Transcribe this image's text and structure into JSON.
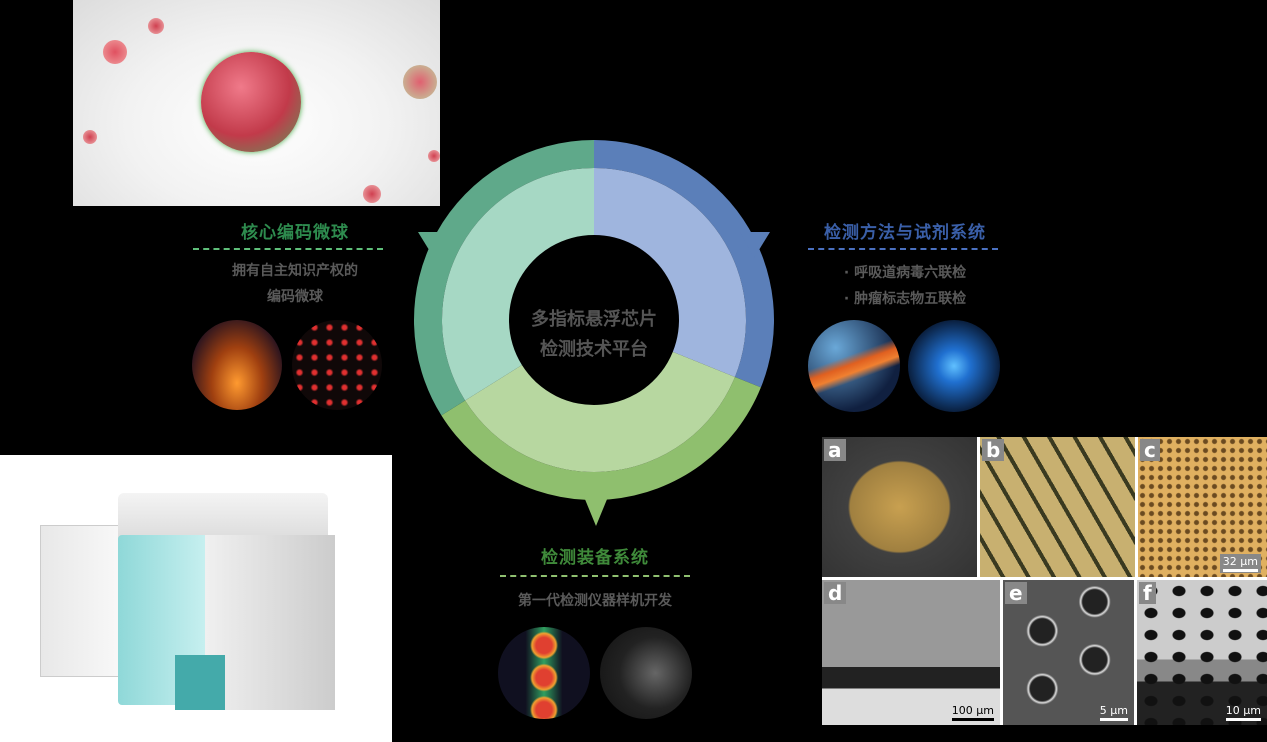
{
  "center": {
    "line1": "多指标悬浮芯片",
    "line2": "检测技术平台"
  },
  "sections": {
    "microsphere": {
      "title": "核心编码微球",
      "desc_line1": "拥有自主知识产权的",
      "desc_line2": "编码微球",
      "color": "#2e8b4e"
    },
    "method": {
      "title": "检测方法与试剂系统",
      "items": [
        "· 呼吸道病毒六联检",
        "· 肿瘤标志物五联检"
      ],
      "color": "#3a5fa8"
    },
    "equipment": {
      "title": "检测装备系统",
      "desc": "第一代检测仪器样机开发",
      "color": "#3f8a3a"
    }
  },
  "chip_panels": [
    {
      "label": "a",
      "scale": ""
    },
    {
      "label": "b",
      "scale": ""
    },
    {
      "label": "c",
      "scale": "32 μm"
    },
    {
      "label": "d",
      "scale": "100 μm"
    },
    {
      "label": "e",
      "scale": "5 μm"
    },
    {
      "label": "f",
      "scale": "10 μm"
    }
  ],
  "ring_colors": {
    "teal_outer": "#5fa98a",
    "teal_inner": "#a6d8c4",
    "blue_outer": "#5b7fb9",
    "blue_inner": "#9fb5de",
    "green_outer": "#8fbf6e",
    "green_inner": "#b7d7a0"
  }
}
